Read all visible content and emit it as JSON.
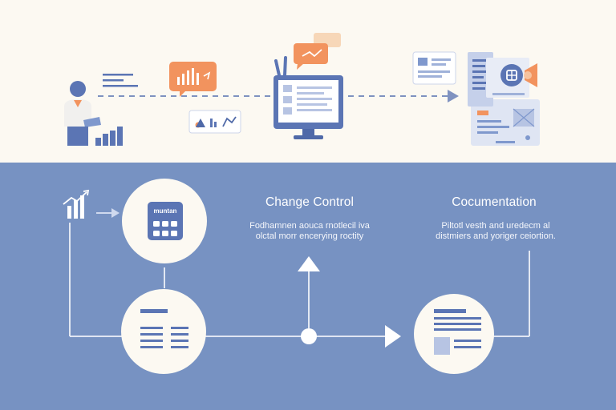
{
  "change_control": {
    "title": "Change Control",
    "body": [
      "Fodhamnen aouca rnotlecil iva",
      "olctal morr encerying roctity"
    ]
  },
  "documentation": {
    "title": "Cocumentation",
    "body": [
      "Piltotl vesth and uredecm al",
      "distmiers and yoriger ceiortion."
    ]
  },
  "calculator_label": "muntan",
  "colors": {
    "cream": "#fcf9f2",
    "slate_blue": "#7792c2",
    "navy": "#4f69a8",
    "orange": "#f2935e",
    "white": "#ffffff"
  }
}
